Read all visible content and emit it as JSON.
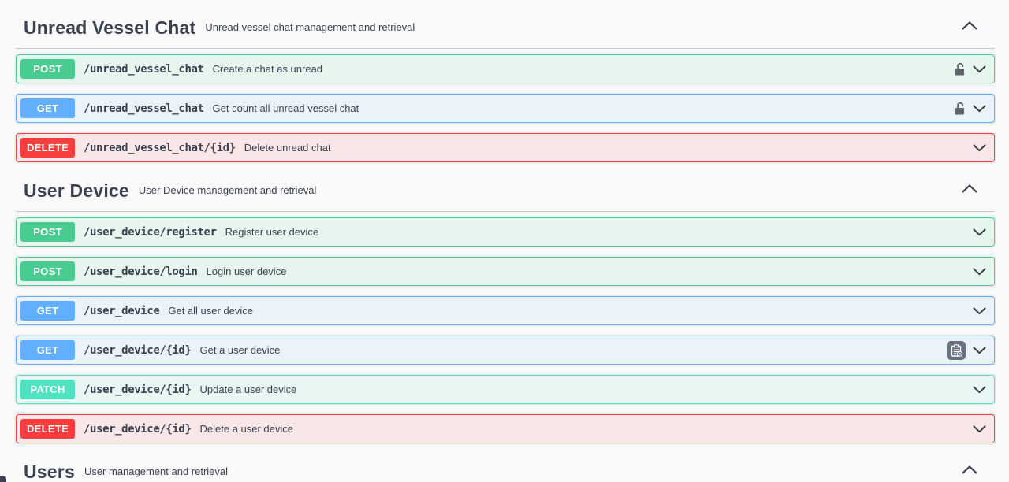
{
  "page": {
    "background_color": "#fafafa",
    "text_color": "#3b4151"
  },
  "methods": {
    "post": {
      "color": "#49cc90",
      "row_bg": "rgba(73,204,144,0.10)"
    },
    "get": {
      "color": "#61affe",
      "row_bg": "rgba(97,175,254,0.10)"
    },
    "patch": {
      "color": "#50e3c2",
      "row_bg": "rgba(80,227,194,0.10)"
    },
    "delete": {
      "color": "#f93e3e",
      "row_bg": "rgba(249,62,62,0.10)"
    }
  },
  "icons": {
    "section_collapse": "chevron-up-icon",
    "operation_expand": "chevron-down-icon",
    "auth": "unlocked-padlock-icon",
    "clipboard": "clipboard-icon"
  },
  "sections": [
    {
      "title": "Unread Vessel Chat",
      "description": "Unread vessel chat management and retrieval",
      "operations": [
        {
          "method": "POST",
          "path": "/unread_vessel_chat",
          "summary": "Create a chat as unread",
          "requires_auth": true,
          "clipboard_badge": false
        },
        {
          "method": "GET",
          "path": "/unread_vessel_chat",
          "summary": "Get count all unread vessel chat",
          "requires_auth": true,
          "clipboard_badge": false
        },
        {
          "method": "DELETE",
          "path": "/unread_vessel_chat/{id}",
          "summary": "Delete unread chat",
          "requires_auth": false,
          "clipboard_badge": false
        }
      ]
    },
    {
      "title": "User Device",
      "description": "User Device management and retrieval",
      "operations": [
        {
          "method": "POST",
          "path": "/user_device/register",
          "summary": "Register user device",
          "requires_auth": false,
          "clipboard_badge": false
        },
        {
          "method": "POST",
          "path": "/user_device/login",
          "summary": "Login user device",
          "requires_auth": false,
          "clipboard_badge": false
        },
        {
          "method": "GET",
          "path": "/user_device",
          "summary": "Get all user device",
          "requires_auth": false,
          "clipboard_badge": false
        },
        {
          "method": "GET",
          "path": "/user_device/{id}",
          "summary": "Get a user device",
          "requires_auth": false,
          "clipboard_badge": true
        },
        {
          "method": "PATCH",
          "path": "/user_device/{id}",
          "summary": "Update a user device",
          "requires_auth": false,
          "clipboard_badge": false
        },
        {
          "method": "DELETE",
          "path": "/user_device/{id}",
          "summary": "Delete a user device",
          "requires_auth": false,
          "clipboard_badge": false
        }
      ]
    },
    {
      "title": "Users",
      "description": "User management and retrieval",
      "operations": []
    }
  ]
}
